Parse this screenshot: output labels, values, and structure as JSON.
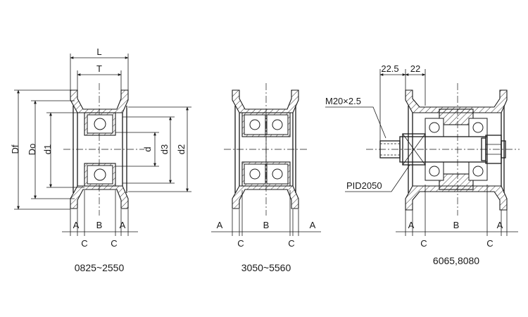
{
  "figure": {
    "captions": [
      "0825~2550",
      "3050~5560",
      "6065,8080"
    ],
    "labels": {
      "L": "L",
      "T": "T",
      "Df": "Df",
      "Do": "Do",
      "d1": "d1",
      "d": "d",
      "d3": "d3",
      "d2": "d2",
      "A": "A",
      "B": "B",
      "C": "C",
      "dim_22_5": "22.5",
      "dim_22": "22",
      "thread": "M20×2.5",
      "pid": "PID2050"
    }
  }
}
